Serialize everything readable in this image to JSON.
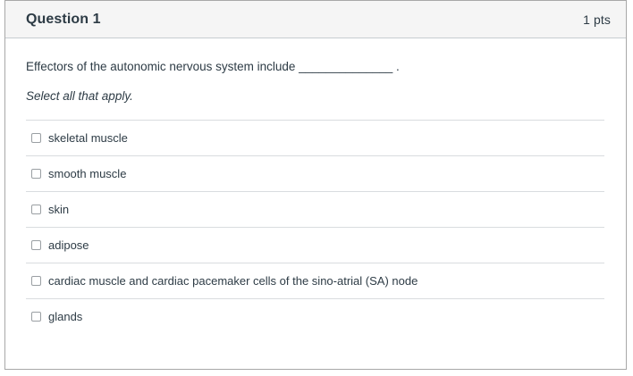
{
  "question": {
    "title": "Question 1",
    "points": "1 pts",
    "prompt": "Effectors of the autonomic nervous system include ______________ .",
    "instruction": "Select all that apply.",
    "options": [
      {
        "label": "skeletal muscle",
        "checked": false
      },
      {
        "label": "smooth muscle",
        "checked": false
      },
      {
        "label": "skin",
        "checked": false
      },
      {
        "label": "adipose",
        "checked": false
      },
      {
        "label": "cardiac muscle and cardiac pacemaker cells of the sino-atrial (SA) node",
        "checked": false
      },
      {
        "label": "glands",
        "checked": false
      }
    ]
  },
  "colors": {
    "text": "#2d3b45",
    "header_bg": "#f5f5f5",
    "border": "#a8a8a8",
    "divider": "#d9dcdf",
    "checkbox_border": "#9a9fa3"
  }
}
